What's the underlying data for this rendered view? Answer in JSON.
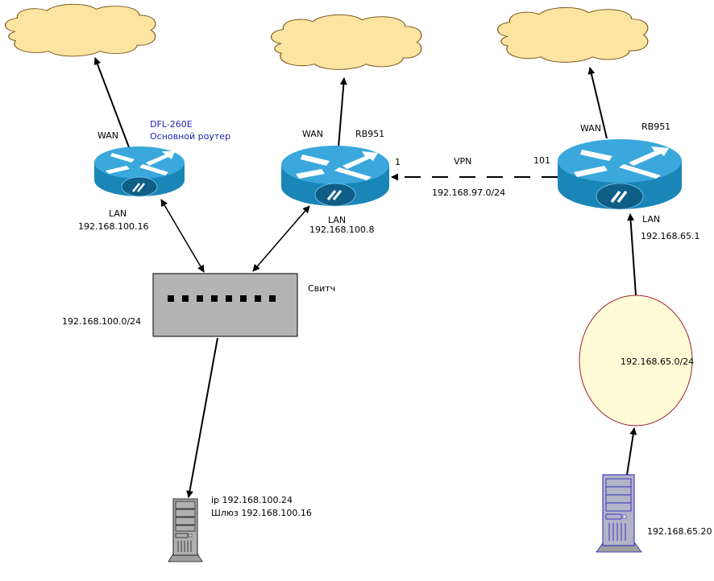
{
  "colors": {
    "cloud_fill": "#fde4a0",
    "cloud_stroke": "#7a5a20",
    "router_top": "#3aa8dc",
    "router_side": "#1a86b8",
    "router_badge": "#0f5e86",
    "switch_fill": "#b4b4b4",
    "server_fill_dark": "#b0b0b0",
    "server_stroke_dark": "#202020",
    "server_fill_blue": "#b4b4c8",
    "server_stroke_blue": "#2020c0",
    "subnet_fill": "#fffbd6",
    "subnet_stroke": "#a02030",
    "label_blue": "#1f1fb0"
  },
  "clouds": [
    {
      "id": "internet-1",
      "label": ""
    },
    {
      "id": "internet-2",
      "label": ""
    },
    {
      "id": "internet-3",
      "label": ""
    }
  ],
  "routers": {
    "dfl": {
      "model": "DFL-260E",
      "role": "Основной роутер",
      "wan_label": "WAN",
      "lan_label": "LAN",
      "lan_ip": "192.168.100.16"
    },
    "rb1": {
      "model": "RB951",
      "wan_label": "WAN",
      "lan_label": "LAN",
      "lan_ip": "192.168.100.8",
      "vpn_port": "1"
    },
    "rb2": {
      "model": "RB951",
      "wan_label": "WAN",
      "lan_label": "LAN",
      "lan_ip": "192.168.65.1",
      "vpn_port": "101"
    }
  },
  "vpn": {
    "label": "VPN",
    "subnet": "192.168.97.0/24"
  },
  "switch": {
    "label": "Свитч",
    "subnet": "192.168.100.0/24",
    "port_count": 8
  },
  "subnet_remote": {
    "label": "192.168.65.0/24"
  },
  "servers": {
    "local": {
      "ip_line": "ip 192.168.100.24",
      "gateway_line": "Шлюз 192.168.100.16"
    },
    "remote": {
      "ip_line": "192.168.65.20"
    }
  }
}
